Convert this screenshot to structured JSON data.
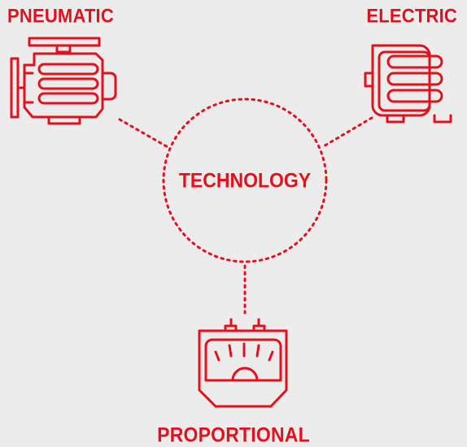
{
  "center": {
    "label": "TECHNOLOGY"
  },
  "nodes": {
    "pneumatic": {
      "label": "PNEUMATIC",
      "icon": "pneumatic-actuator-icon"
    },
    "electric": {
      "label": "ELECTRIC",
      "icon": "electric-motor-icon"
    },
    "proportional": {
      "label": "PROPORTIONAL",
      "icon": "gauge-meter-icon"
    }
  },
  "colors": {
    "accent": "#e3111b",
    "background": "#ececec"
  }
}
